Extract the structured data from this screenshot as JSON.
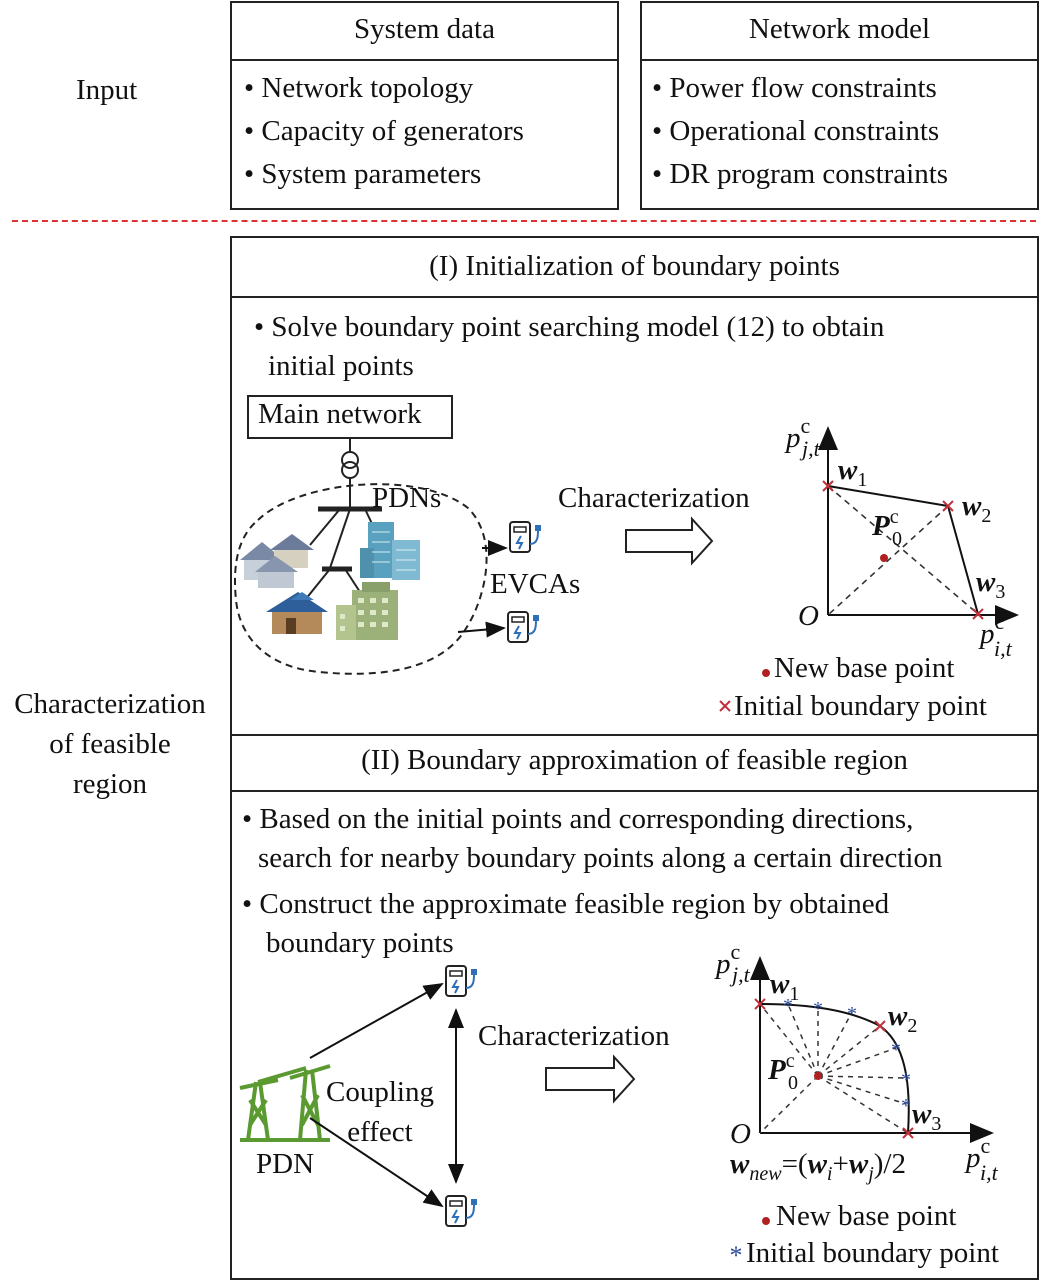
{
  "input_label": "Input",
  "system_data": {
    "title": "System data",
    "items": [
      "Network topology",
      "Capacity of generators",
      "System parameters"
    ]
  },
  "network_model": {
    "title": "Network model",
    "items": [
      "Power flow constraints",
      "Operational constraints",
      "DR program constraints"
    ]
  },
  "side_label": [
    "Characterization",
    "of feasible",
    "region"
  ],
  "stage1": {
    "title": "(I) Initialization of boundary points",
    "bullet_line1": "Solve boundary point searching model (12) to obtain",
    "bullet_line2": "initial points",
    "main_network": "Main network",
    "pdns": "PDNs",
    "evcas": "EVCAs",
    "arrow_label": "Characterization",
    "axis_origin": "O",
    "w1": "w",
    "w1_sub": "1",
    "w2_sub": "2",
    "w3_sub": "3",
    "p0": "P",
    "p0_sub": "0",
    "sup_c": "c",
    "y_axis_base": "p",
    "y_axis_sub": "j,t",
    "x_axis_base": "p",
    "x_axis_sub": "i,t",
    "legend_base": "New base point",
    "legend_boundary": "Initial boundary point"
  },
  "stage2": {
    "title": "(II) Boundary approximation of feasible region",
    "bullet1_line1": "Based on the initial points and corresponding directions,",
    "bullet1_line2": "search for nearby boundary points along a certain direction",
    "bullet2_line1": "Construct the approximate feasible region by obtained",
    "bullet2_line2": "boundary points",
    "coupling_line1": "Coupling",
    "coupling_line2": "effect",
    "pdn": "PDN",
    "arrow_label": "Characterization",
    "axis_origin": "O",
    "formula_w": "w",
    "formula_new": "new",
    "formula_rest": "=(",
    "formula_wi": "w",
    "formula_i": "i",
    "formula_plus": "+",
    "formula_wj": "w",
    "formula_j": "j",
    "formula_end": ")/2",
    "legend_base": "New base point",
    "legend_boundary": "Initial boundary point"
  },
  "colors": {
    "separator": "#e03030",
    "cross": "#c0303a",
    "star": "#2c4a9a",
    "base_point": "#b02020",
    "tower": "#5a9a30",
    "charger": "#2e6fb8"
  }
}
